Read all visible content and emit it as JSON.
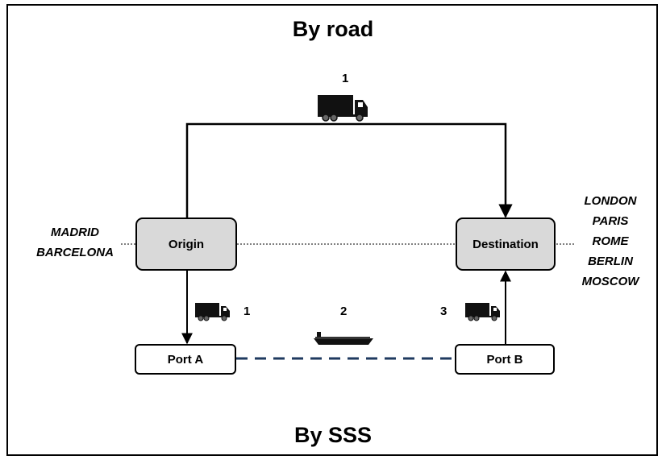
{
  "titles": {
    "top": "By road",
    "bottom": "By SSS"
  },
  "nodes": {
    "origin": "Origin",
    "destination": "Destination",
    "port_a": "Port A",
    "port_b": "Port B"
  },
  "origin_cities": [
    "MADRID",
    "BARCELONA"
  ],
  "destination_cities": [
    "LONDON",
    "PARIS",
    "ROME",
    "BERLIN",
    "MOSCOW"
  ],
  "legs": {
    "road": "1",
    "sss_truck_to_port": "1",
    "sss_ship": "2",
    "sss_truck_from_port": "3"
  },
  "icons": [
    "truck-icon",
    "ship-icon"
  ],
  "colors": {
    "node_fill": "#d9d9d9",
    "sea_route": "#1f3a5f",
    "line": "#000000"
  }
}
